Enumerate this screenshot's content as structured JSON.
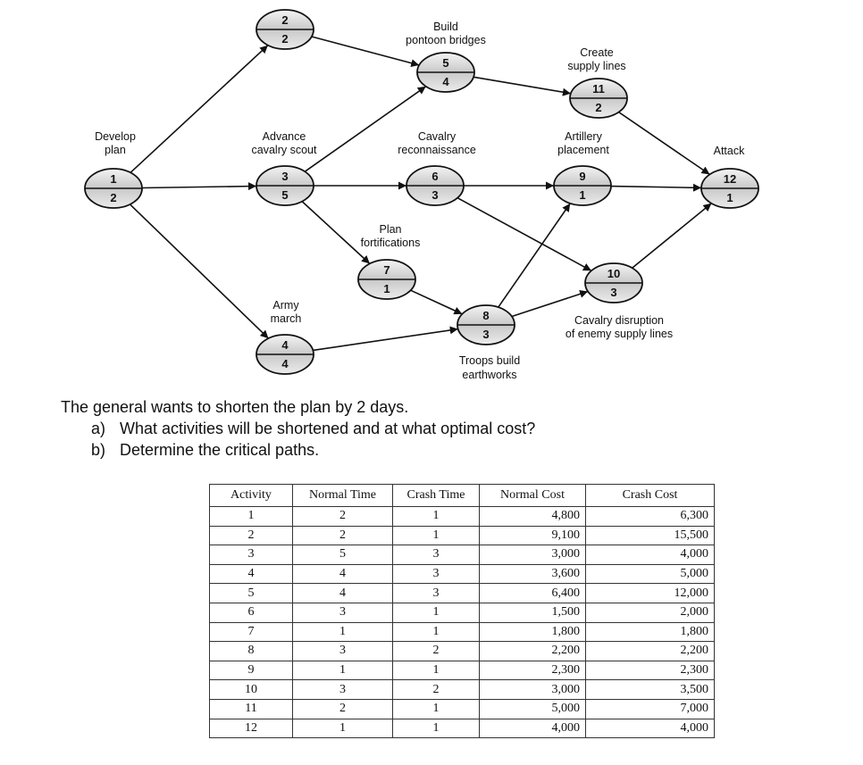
{
  "nodes": [
    {
      "id": "1",
      "label": [
        "Develop",
        "plan"
      ],
      "top": "1",
      "bottom": "2"
    },
    {
      "id": "2",
      "label": [],
      "top": "2",
      "bottom": "2"
    },
    {
      "id": "3",
      "label": [
        "Advance",
        "cavalry scout"
      ],
      "top": "3",
      "bottom": "5"
    },
    {
      "id": "4",
      "label": [
        "Army",
        "march"
      ],
      "top": "4",
      "bottom": "4"
    },
    {
      "id": "5",
      "label": [
        "Build",
        "pontoon bridges"
      ],
      "top": "5",
      "bottom": "4"
    },
    {
      "id": "6",
      "label": [
        "Cavalry",
        "reconnaissance"
      ],
      "top": "6",
      "bottom": "3"
    },
    {
      "id": "7",
      "label": [
        "Plan",
        "fortifications"
      ],
      "top": "7",
      "bottom": "1"
    },
    {
      "id": "8",
      "label": [
        "Troops build",
        "earthworks"
      ],
      "top": "8",
      "bottom": "3"
    },
    {
      "id": "9",
      "label": [
        "Artillery",
        "placement"
      ],
      "top": "9",
      "bottom": "1"
    },
    {
      "id": "10",
      "label": [
        "Cavalry disruption",
        "of enemy supply lines"
      ],
      "top": "10",
      "bottom": "3"
    },
    {
      "id": "11",
      "label": [
        "Create",
        "supply lines"
      ],
      "top": "11",
      "bottom": "2"
    },
    {
      "id": "12",
      "label": [
        "Attack"
      ],
      "top": "12",
      "bottom": "1"
    }
  ],
  "edges": [
    [
      "1",
      "2"
    ],
    [
      "1",
      "3"
    ],
    [
      "1",
      "4"
    ],
    [
      "2",
      "5"
    ],
    [
      "3",
      "5"
    ],
    [
      "3",
      "6"
    ],
    [
      "3",
      "7"
    ],
    [
      "4",
      "8"
    ],
    [
      "7",
      "8"
    ],
    [
      "5",
      "11"
    ],
    [
      "6",
      "9"
    ],
    [
      "6",
      "10"
    ],
    [
      "8",
      "9"
    ],
    [
      "8",
      "10"
    ],
    [
      "11",
      "12"
    ],
    [
      "9",
      "12"
    ],
    [
      "10",
      "12"
    ]
  ],
  "question": {
    "intro": "The general wants to shorten the plan by 2 days.",
    "a_label": "a)",
    "a_text": "What activities will be shortened and at what optimal cost?",
    "b_label": "b)",
    "b_text": "Determine the critical paths."
  },
  "table": {
    "headers": [
      "Activity",
      "Normal Time",
      "Crash Time",
      "Normal Cost",
      "Crash Cost"
    ],
    "rows": [
      [
        "1",
        "2",
        "1",
        "4,800",
        "6,300"
      ],
      [
        "2",
        "2",
        "1",
        "9,100",
        "15,500"
      ],
      [
        "3",
        "5",
        "3",
        "3,000",
        "4,000"
      ],
      [
        "4",
        "4",
        "3",
        "3,600",
        "5,000"
      ],
      [
        "5",
        "4",
        "3",
        "6,400",
        "12,000"
      ],
      [
        "6",
        "3",
        "1",
        "1,500",
        "2,000"
      ],
      [
        "7",
        "1",
        "1",
        "1,800",
        "1,800"
      ],
      [
        "8",
        "3",
        "2",
        "2,200",
        "2,200"
      ],
      [
        "9",
        "1",
        "1",
        "2,300",
        "2,300"
      ],
      [
        "10",
        "3",
        "2",
        "3,000",
        "3,500"
      ],
      [
        "11",
        "2",
        "1",
        "5,000",
        "7,000"
      ],
      [
        "12",
        "1",
        "1",
        "4,000",
        "4,000"
      ]
    ]
  }
}
